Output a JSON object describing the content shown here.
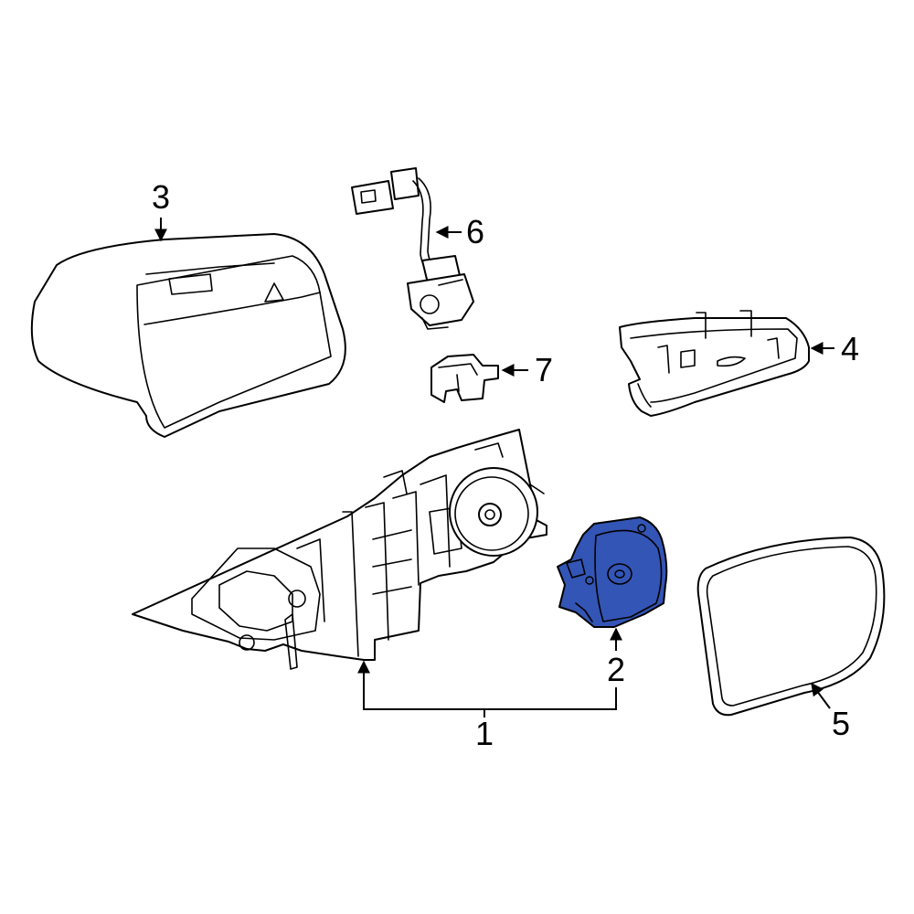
{
  "callouts": {
    "c1": "1",
    "c2": "2",
    "c3": "3",
    "c4": "4",
    "c5": "5",
    "c6": "6",
    "c7": "7"
  },
  "colors": {
    "highlight": "#3355b5",
    "line": "#000000",
    "background": "#ffffff"
  },
  "highlighted_part": "2"
}
